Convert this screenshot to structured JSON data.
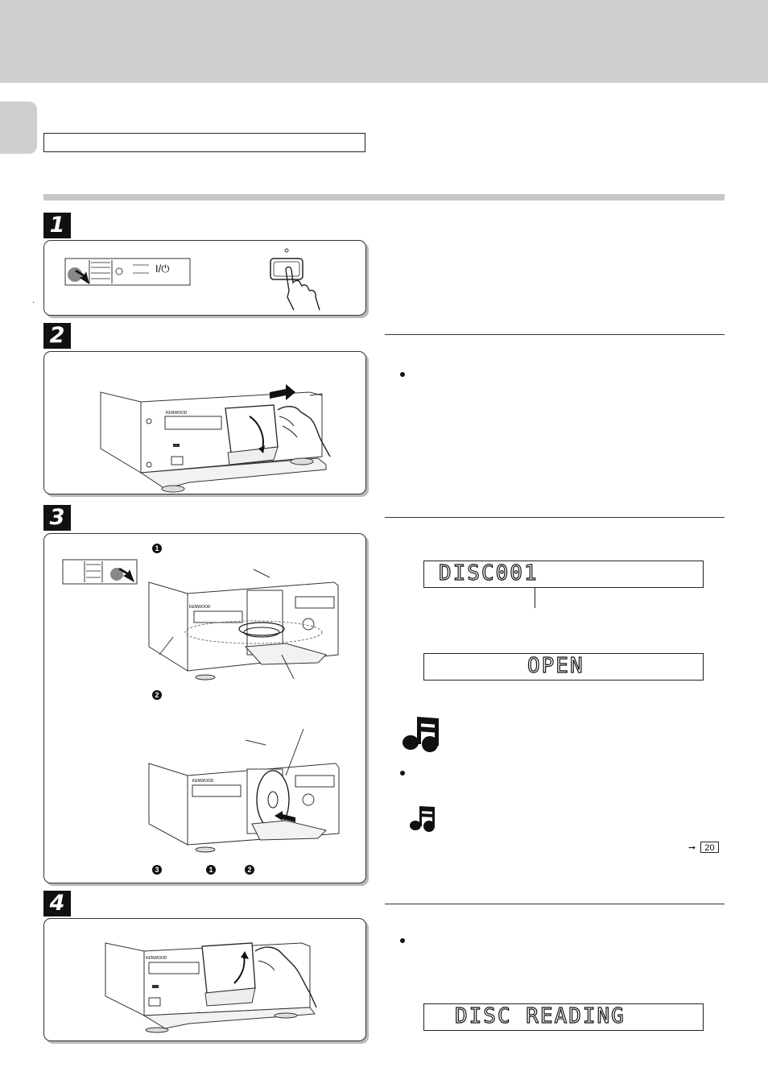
{
  "steps": [
    {
      "number": "1"
    },
    {
      "number": "2"
    },
    {
      "number": "3"
    },
    {
      "number": "4"
    }
  ],
  "step1": {
    "power_symbol": "I/⏻"
  },
  "step3": {
    "sub_markers": [
      "1",
      "2",
      "3",
      "1",
      "2"
    ]
  },
  "displays": {
    "disc": "DISC001",
    "open": "OPEN",
    "reading": "DISC READING"
  },
  "reference": {
    "page": "20"
  },
  "icons": {
    "large_note": "music-note-icon",
    "small_note": "music-note-icon",
    "ref_book": "page-reference-icon"
  }
}
